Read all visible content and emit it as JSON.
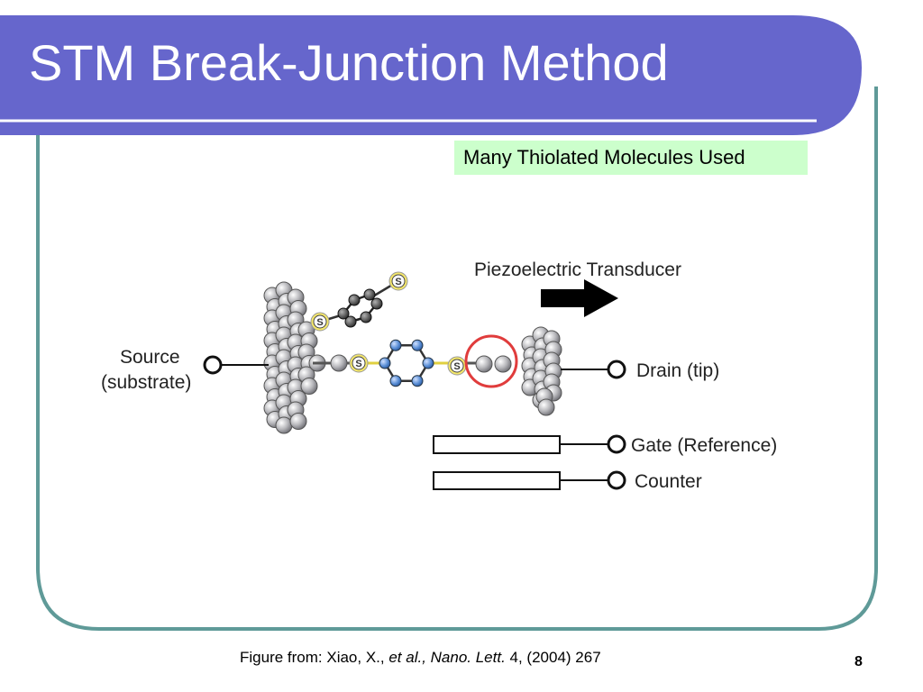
{
  "slide": {
    "title": "STM Break-Junction Method",
    "callout": "Many Thiolated Molecules Used",
    "page_number": "8",
    "caption": {
      "prefix": "Figure from: Xiao, X., ",
      "et_al": "et al., Nano. Lett.",
      "suffix": " 4, (2004) 267"
    }
  },
  "diagram": {
    "source_label_line1": "Source",
    "source_label_line2": "(substrate)",
    "drain_label": "Drain (tip)",
    "gate_label": "Gate (Reference)",
    "counter_label": "Counter",
    "transducer_label": "Piezoelectric Transducer",
    "sulfur_symbol": "S"
  },
  "colors": {
    "header_blue": "#6666cc",
    "frame_teal": "#5f9a98",
    "callout_green": "#ccffcc",
    "gold_atom": "#c0c0c0",
    "ring_blue": "#5b8fd6",
    "sulfur_yellow": "#f4e76a",
    "circle_red": "#e03c3c"
  }
}
